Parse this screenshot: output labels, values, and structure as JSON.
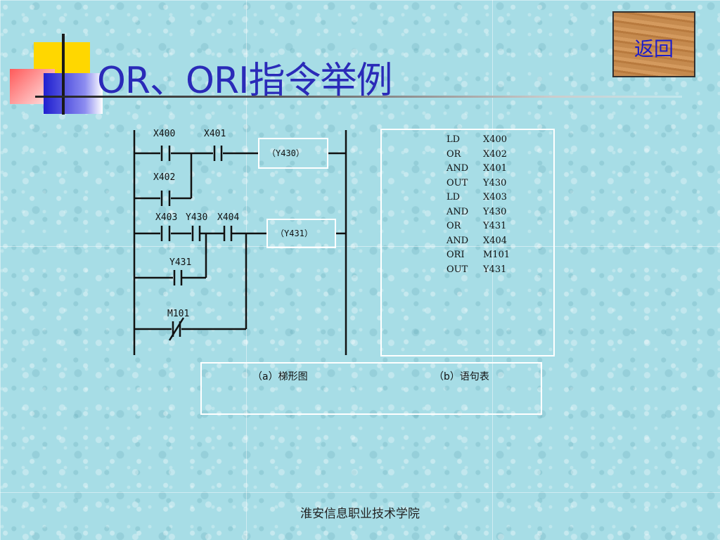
{
  "title": "OR、ORI指令举例",
  "back_button": {
    "label": "返回"
  },
  "ladder": {
    "contacts": [
      "X400",
      "X401",
      "X402",
      "X403",
      "Y430",
      "X404",
      "Y431",
      "M101"
    ],
    "coils": [
      "（Y430）",
      "（Y431）"
    ]
  },
  "statement_table": [
    {
      "op": "LD",
      "operand": "X400"
    },
    {
      "op": "OR",
      "operand": "X402"
    },
    {
      "op": "AND",
      "operand": "X401"
    },
    {
      "op": "OUT",
      "operand": "Y430"
    },
    {
      "op": "LD",
      "operand": "X403"
    },
    {
      "op": "AND",
      "operand": "Y430"
    },
    {
      "op": "OR",
      "operand": "Y431"
    },
    {
      "op": "AND",
      "operand": "X404"
    },
    {
      "op": "ORI",
      "operand": "M101"
    },
    {
      "op": "OUT",
      "operand": "Y431"
    }
  ],
  "captions": {
    "a": "（a）梯形图",
    "b": "（b）语句表"
  },
  "footer": "淮安信息职业技术学院",
  "colors": {
    "title": "#2a2ab8",
    "back_text": "#1e1ec8",
    "background": "#a7dde6"
  }
}
